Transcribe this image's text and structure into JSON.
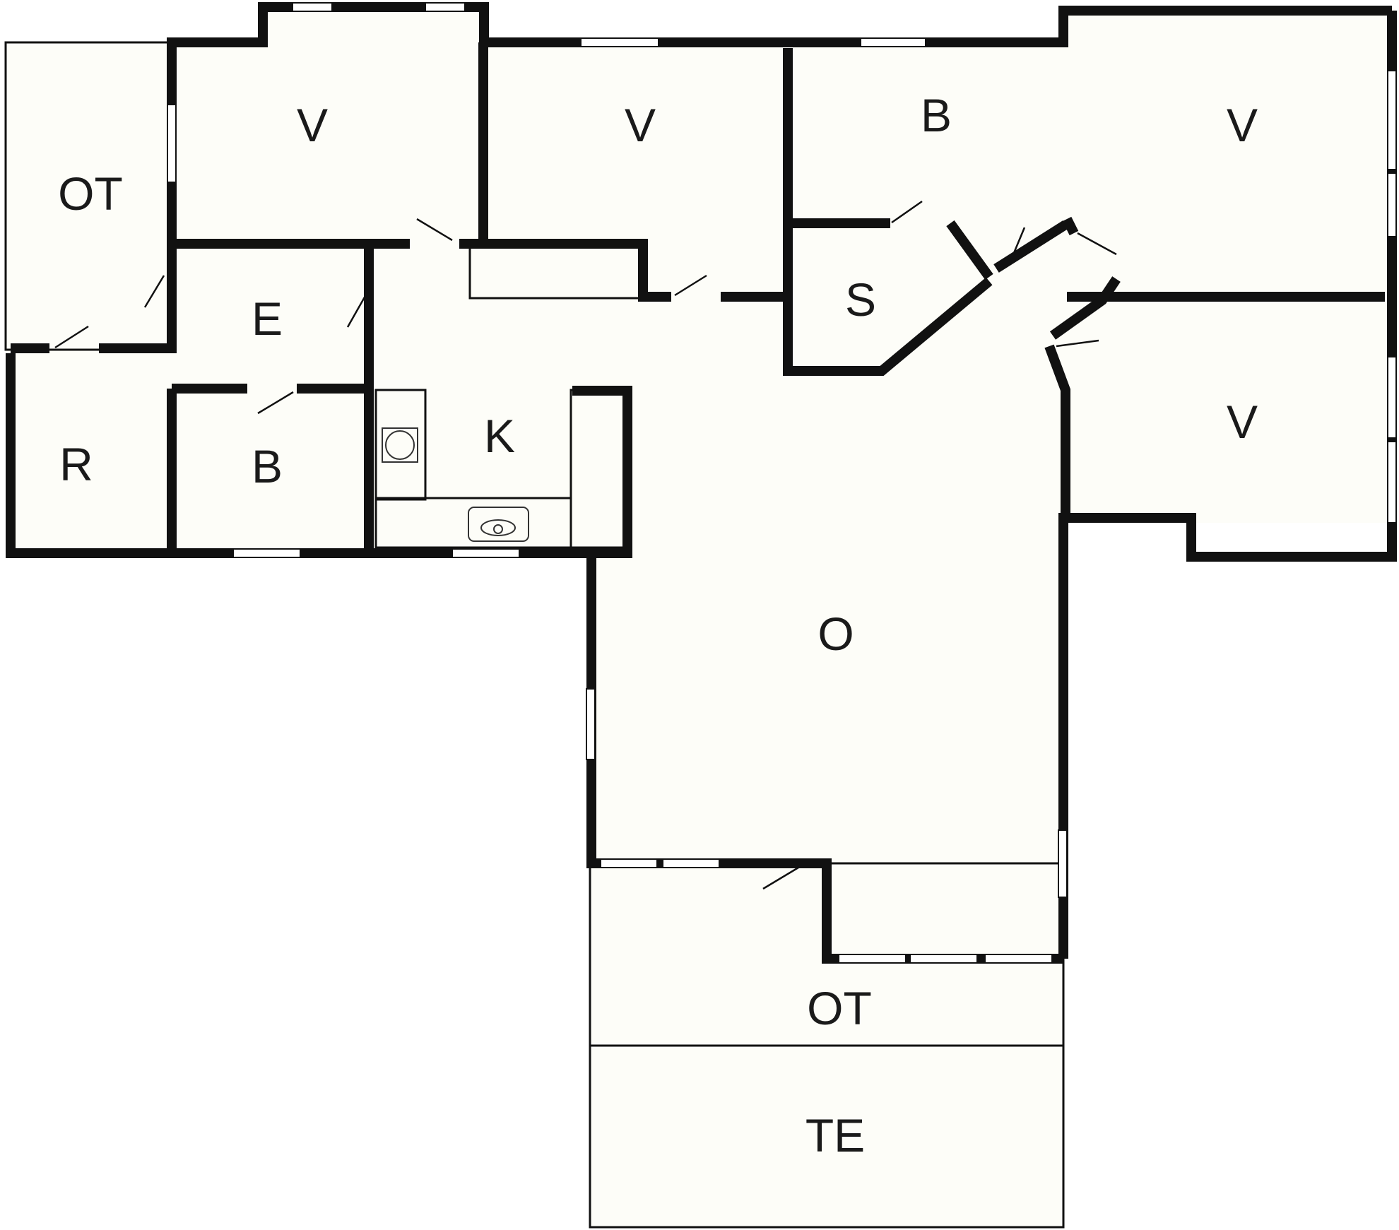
{
  "floor_plan": {
    "room_labels": [
      {
        "id": "ot-left",
        "text": "OT"
      },
      {
        "id": "v-1",
        "text": "V"
      },
      {
        "id": "v-2",
        "text": "V"
      },
      {
        "id": "b-top",
        "text": "B"
      },
      {
        "id": "v-3",
        "text": "V"
      },
      {
        "id": "s",
        "text": "S"
      },
      {
        "id": "e",
        "text": "E"
      },
      {
        "id": "k",
        "text": "K"
      },
      {
        "id": "r",
        "text": "R"
      },
      {
        "id": "b-bottom",
        "text": "B"
      },
      {
        "id": "v-4",
        "text": "V"
      },
      {
        "id": "o",
        "text": "O"
      },
      {
        "id": "ot-bottom",
        "text": "OT"
      },
      {
        "id": "te",
        "text": "TE"
      }
    ],
    "colors": {
      "wall": "#111111",
      "floor": "#fdfdf8",
      "background": "#ffffff",
      "window": "#ffffff"
    }
  }
}
